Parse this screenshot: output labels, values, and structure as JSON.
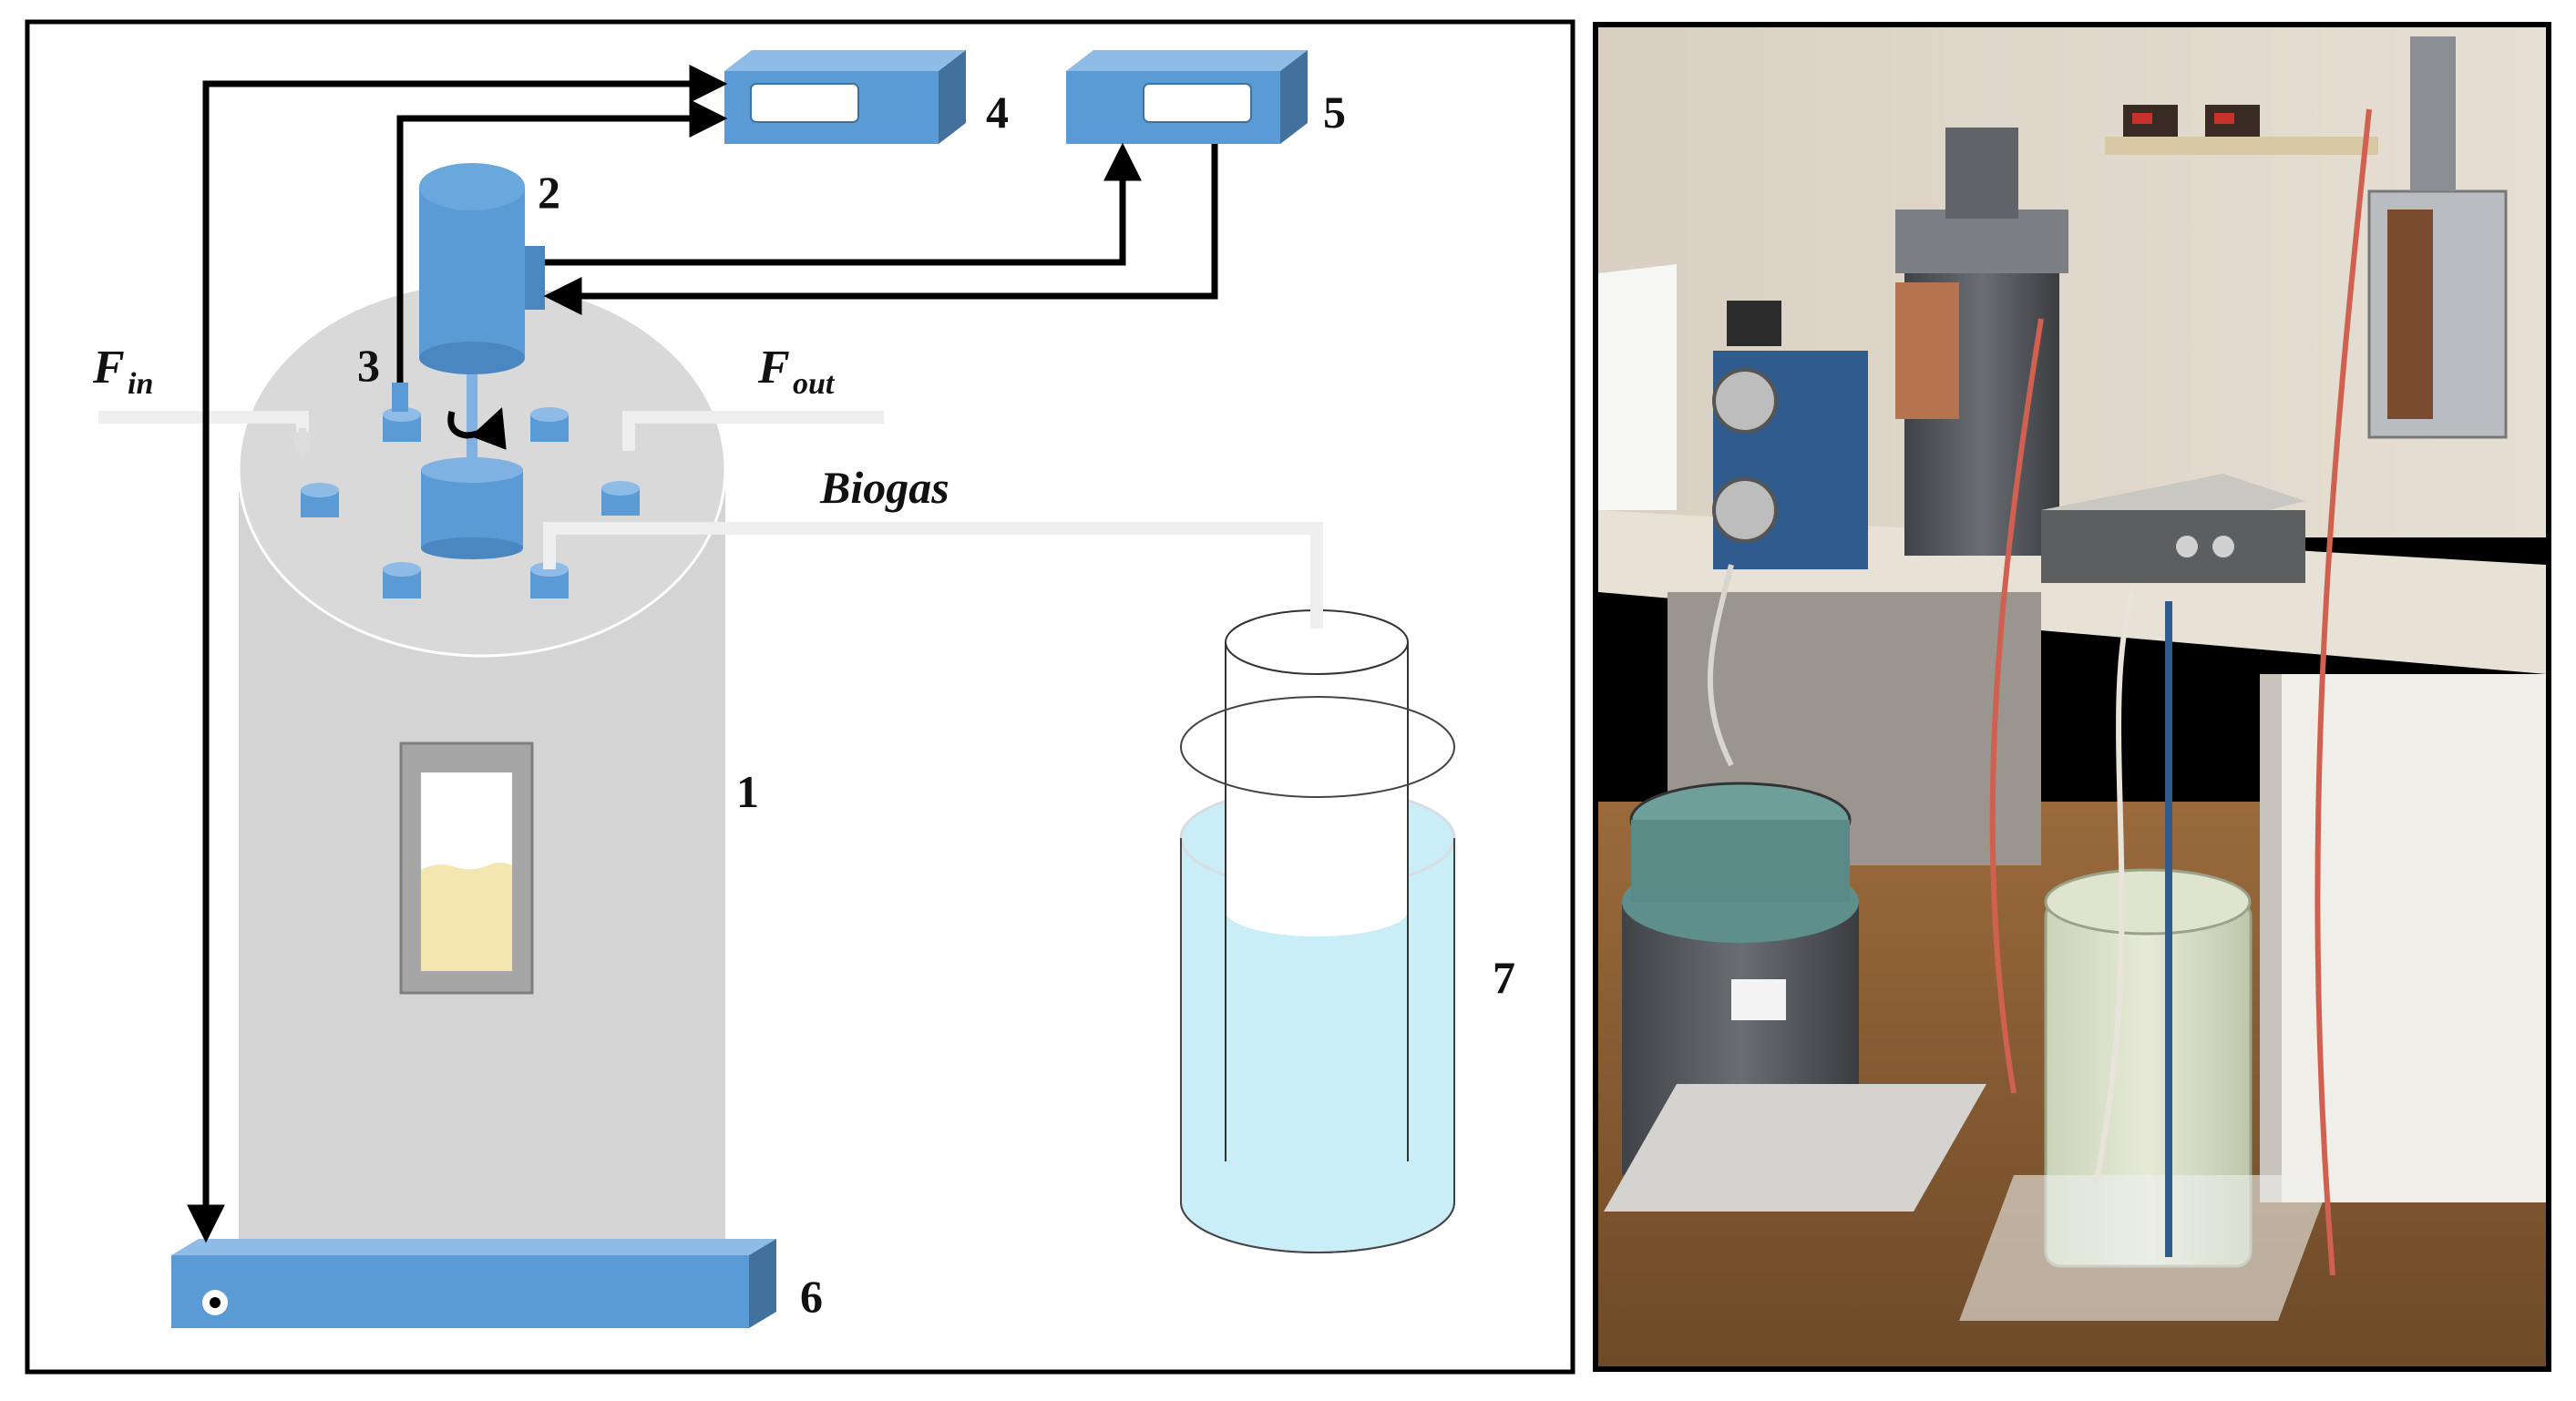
{
  "schematic": {
    "labels": {
      "fermenter": "1",
      "motor": "2",
      "sensor": "3",
      "controller_a": "4",
      "controller_b": "5",
      "heater_base": "6",
      "gas_holder": "7"
    },
    "streams": {
      "f_in_main": "F",
      "f_in_sub": "in",
      "f_out_main": "F",
      "f_out_sub": "out",
      "biogas": "Biogas"
    }
  },
  "colors": {
    "equipment_blue": "#5b9bd5",
    "equipment_blue_dark": "#41719c",
    "vessel_gray": "#d4d4d4",
    "substrate_yellow": "#f3e6b0",
    "water_blue": "#c9eef7",
    "pipe_light": "#eeeeee"
  },
  "photo": {
    "description_icon": "lab-photo"
  }
}
